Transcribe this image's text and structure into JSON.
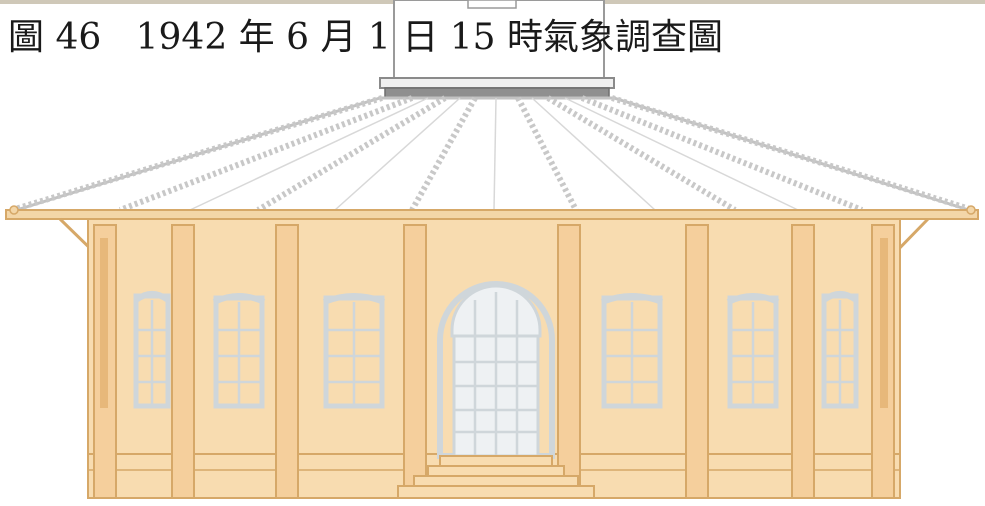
{
  "caption": {
    "figure_label": "圖 46",
    "title": "1942 年 6 月 1 日 15 時氣象調查圖"
  },
  "illustration": {
    "subject": "building-elevation",
    "colors": {
      "wall": "#f8dcb0",
      "outline": "#d6a868",
      "roof": "#ffffff",
      "roof_lines": "#c8c8c8",
      "glazing": "#d3dbe0",
      "cupola": "#8a8a8a"
    }
  }
}
